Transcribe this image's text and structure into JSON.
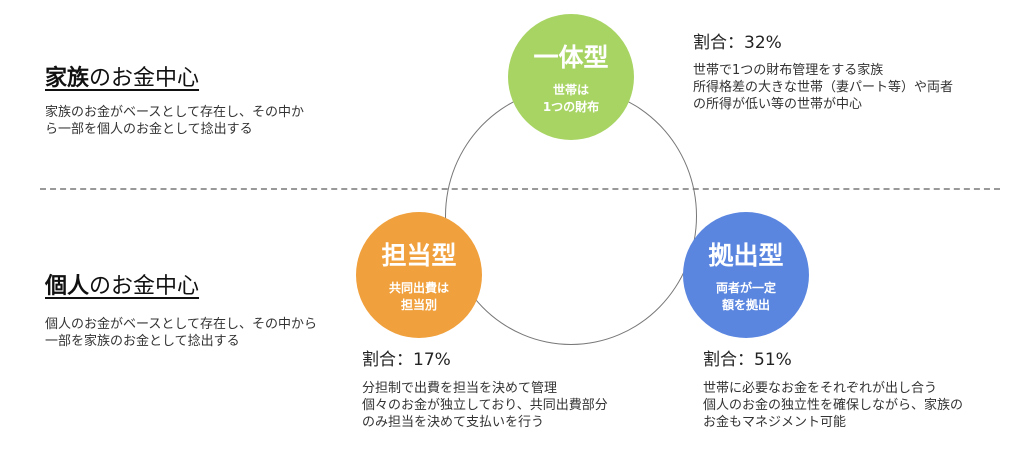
{
  "family": {
    "heading_bold": "家族",
    "heading_rest": "のお金中心",
    "desc": "家族のお金がベースとして存在し、その中から一部を個人のお金として捻出する"
  },
  "individual": {
    "heading_bold": "個人",
    "heading_rest": "のお金中心",
    "desc": "個人のお金がベースとして存在し、その中から一部を家族のお金として捻出する"
  },
  "types": [
    {
      "title": "一体型",
      "sub": [
        "世帯は",
        "1つの財布"
      ],
      "ratio": "割合：32%",
      "info": [
        "世帯で1つの財布管理をする家族",
        "所得格差の大きな世帯（妻パート等）や両者",
        "の所得が低い等の世帯が中心"
      ],
      "color": "#a8d464"
    },
    {
      "title": "担当型",
      "sub": [
        "共同出費は",
        "担当別"
      ],
      "ratio": "割合：17%",
      "info": [
        "分担制で出費を担当を決めて管理",
        "個々のお金が独立しており、共同出費部分",
        "のみ担当を決めて支払いを行う"
      ],
      "color": "#f0a03c"
    },
    {
      "title": "拠出型",
      "sub": [
        "両者が一定",
        "額を拠出"
      ],
      "ratio": "割合：51%",
      "info": [
        "世帯に必要なお金をそれぞれが出し合う",
        "個人のお金の独立性を確保しながら、家族の",
        "お金もマネジメント可能"
      ],
      "color": "#5b86e0"
    }
  ]
}
